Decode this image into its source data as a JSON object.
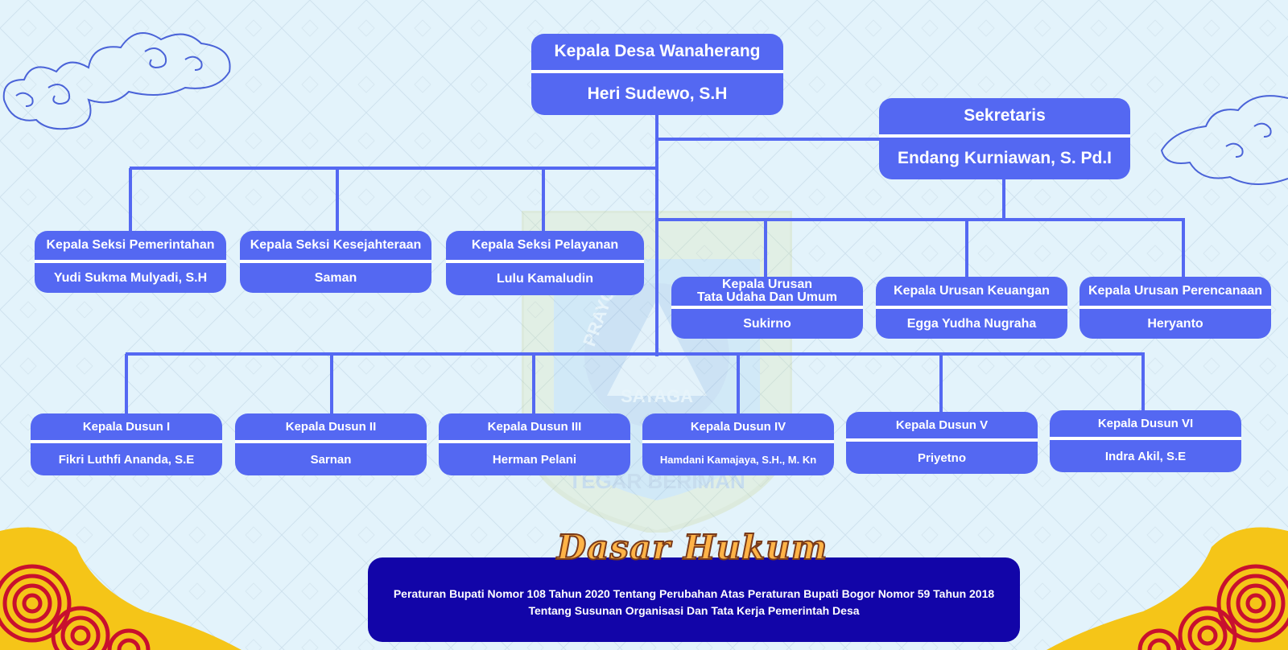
{
  "org_chart": {
    "head": {
      "title": "Kepala Desa Wanaherang",
      "name": "Heri Sudewo, S.H"
    },
    "secretary": {
      "title": "Sekretaris",
      "name": "Endang Kurniawan, S. Pd.I"
    },
    "sections": [
      {
        "title": "Kepala Seksi Pemerintahan",
        "name": "Yudi Sukma Mulyadi, S.H"
      },
      {
        "title": "Kepala Seksi Kesejahteraan",
        "name": "Saman"
      },
      {
        "title": "Kepala Seksi Pelayanan",
        "name": "Lulu Kamaludin"
      }
    ],
    "affairs": [
      {
        "title_line1": "Kepala Urusan",
        "title_line2": "Tata Udaha Dan Umum",
        "name": "Sukirno"
      },
      {
        "title": "Kepala Urusan Keuangan",
        "name": "Egga Yudha Nugraha"
      },
      {
        "title": "Kepala Urusan Perencanaan",
        "name": "Heryanto"
      }
    ],
    "hamlets": [
      {
        "title": "Kepala Dusun I",
        "name": "Fikri Luthfi Ananda, S.E"
      },
      {
        "title": "Kepala Dusun II",
        "name": "Sarnan"
      },
      {
        "title": "Kepala Dusun III",
        "name": "Herman Pelani"
      },
      {
        "title": "Kepala Dusun IV",
        "name": "Hamdani Kamajaya, S.H., M. Kn"
      },
      {
        "title": "Kepala Dusun V",
        "name": "Priyetno"
      },
      {
        "title": "Kepala Dusun VI",
        "name": "Indra Akil, S.E"
      }
    ]
  },
  "legal_basis": {
    "title": "Dasar Hukum",
    "text_line1": "Peraturan Bupati Nomor 108 Tahun 2020 Tentang Perubahan Atas Peraturan Bupati Bogor Nomor 59 Tahun 2018",
    "text_line2": "Tentang Susunan Organisasi Dan Tata Kerja Pemerintah Desa"
  },
  "emblem": {
    "text_top": "PRAYOGA",
    "text_mid": "SAYAGA",
    "text_bottom": "TEGAR BERIMAN"
  },
  "colors": {
    "background": "#e3f3fb",
    "box": "#5468f2",
    "connector": "#5468f2",
    "legal_box": "#1205a8",
    "title_fill": "#ffb347",
    "ornament_red": "#c8102e",
    "ornament_yellow": "#f5c518"
  },
  "icons": [
    "cloud-ornament-icon",
    "wave-ornament-icon",
    "regency-emblem-icon"
  ]
}
